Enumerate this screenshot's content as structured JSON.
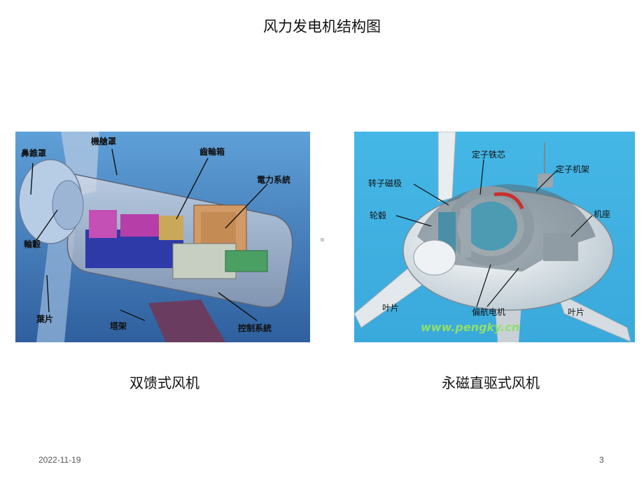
{
  "title": "风力发电机结构图",
  "left_figure": {
    "caption": "双馈式风机",
    "labels": {
      "nose_cone": "鼻錐罩",
      "nacelle_cover": "機艙罩",
      "gearbox": "齒輪箱",
      "power_system": "電力系統",
      "hub": "輪轂",
      "blade": "葉片",
      "tower": "塔架",
      "control_system": "控制系統"
    }
  },
  "right_figure": {
    "caption": "永磁直驱式风机",
    "labels": {
      "stator_core": "定子铁芯",
      "stator_frame": "定子机架",
      "rotor_pole": "转子磁极",
      "hub": "轮毂",
      "base": "机座",
      "blade_left": "叶片",
      "yaw_motor": "偏航电机",
      "blade_right": "叶片",
      "watermark_url": "www.pengky.cn"
    }
  },
  "footer": {
    "date": "2022-11-19",
    "page": "3"
  }
}
